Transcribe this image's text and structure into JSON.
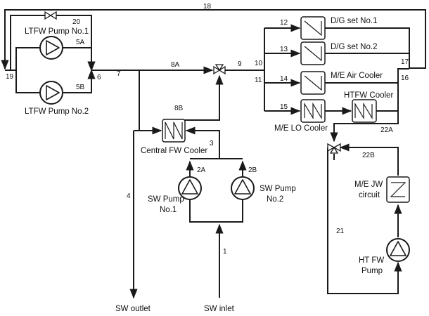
{
  "numbers": {
    "n1": "1",
    "n2A": "2A",
    "n2B": "2B",
    "n3": "3",
    "n4": "4",
    "n5A": "5A",
    "n5B": "5B",
    "n6": "6",
    "n7": "7",
    "n8A": "8A",
    "n8B": "8B",
    "n9": "9",
    "n10": "10",
    "n11": "11",
    "n12": "12",
    "n13": "13",
    "n14": "14",
    "n15": "15",
    "n16": "16",
    "n17": "17",
    "n18": "18",
    "n19": "19",
    "n20": "20",
    "n21": "21",
    "n22A": "22A",
    "n22B": "22B"
  },
  "labels": {
    "ltfw_pump_1": "LTFW Pump No.1",
    "ltfw_pump_2": "LTFW Pump No.2",
    "central_fw_cooler": "Central FW Cooler",
    "sw_pump_1_line1": "SW Pump",
    "sw_pump_1_line2": "No.1",
    "sw_pump_2_line1": "SW Pump",
    "sw_pump_2_line2": "No.2",
    "sw_outlet": "SW outlet",
    "sw_inlet": "SW inlet",
    "dg_set_1": "D/G set No.1",
    "dg_set_2": "D/G set No.2",
    "me_air_cooler": "M/E Air Cooler",
    "htfw_cooler": "HTFW Cooler",
    "me_lo_cooler": "M/E LO Cooler",
    "me_jw_line1": "M/E JW",
    "me_jw_line2": "circuit",
    "ht_fw_pump_line1": "HT FW",
    "ht_fw_pump_line2": "Pump"
  }
}
